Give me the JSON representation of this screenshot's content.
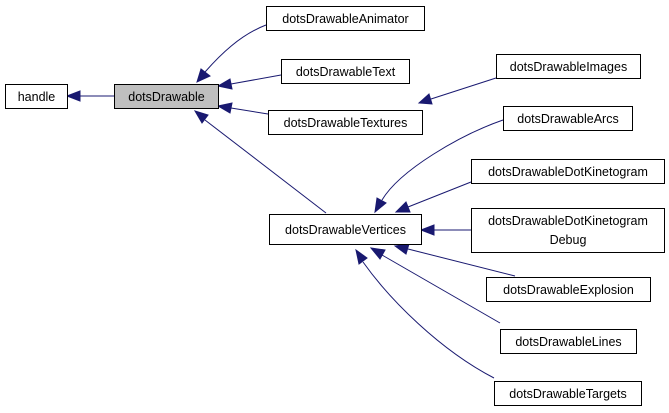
{
  "nodes": {
    "handle": "handle",
    "dotsDrawable": "dotsDrawable",
    "dotsDrawableAnimator": "dotsDrawableAnimator",
    "dotsDrawableText": "dotsDrawableText",
    "dotsDrawableTextures": "dotsDrawableTextures",
    "dotsDrawableImages": "dotsDrawableImages",
    "dotsDrawableVertices": "dotsDrawableVertices",
    "dotsDrawableArcs": "dotsDrawableArcs",
    "dotsDrawableDotKinetogram": "dotsDrawableDotKinetogram",
    "dotsDrawableDotKinetogramDebug_line1": "dotsDrawableDotKinetogram",
    "dotsDrawableDotKinetogramDebug_line2": "Debug",
    "dotsDrawableExplosion": "dotsDrawableExplosion",
    "dotsDrawableLines": "dotsDrawableLines",
    "dotsDrawableTargets": "dotsDrawableTargets"
  },
  "colors": {
    "edge": "#191970",
    "highlight_fill": "#bfbfbf",
    "box_fill": "#ffffff",
    "box_stroke": "#000000"
  }
}
